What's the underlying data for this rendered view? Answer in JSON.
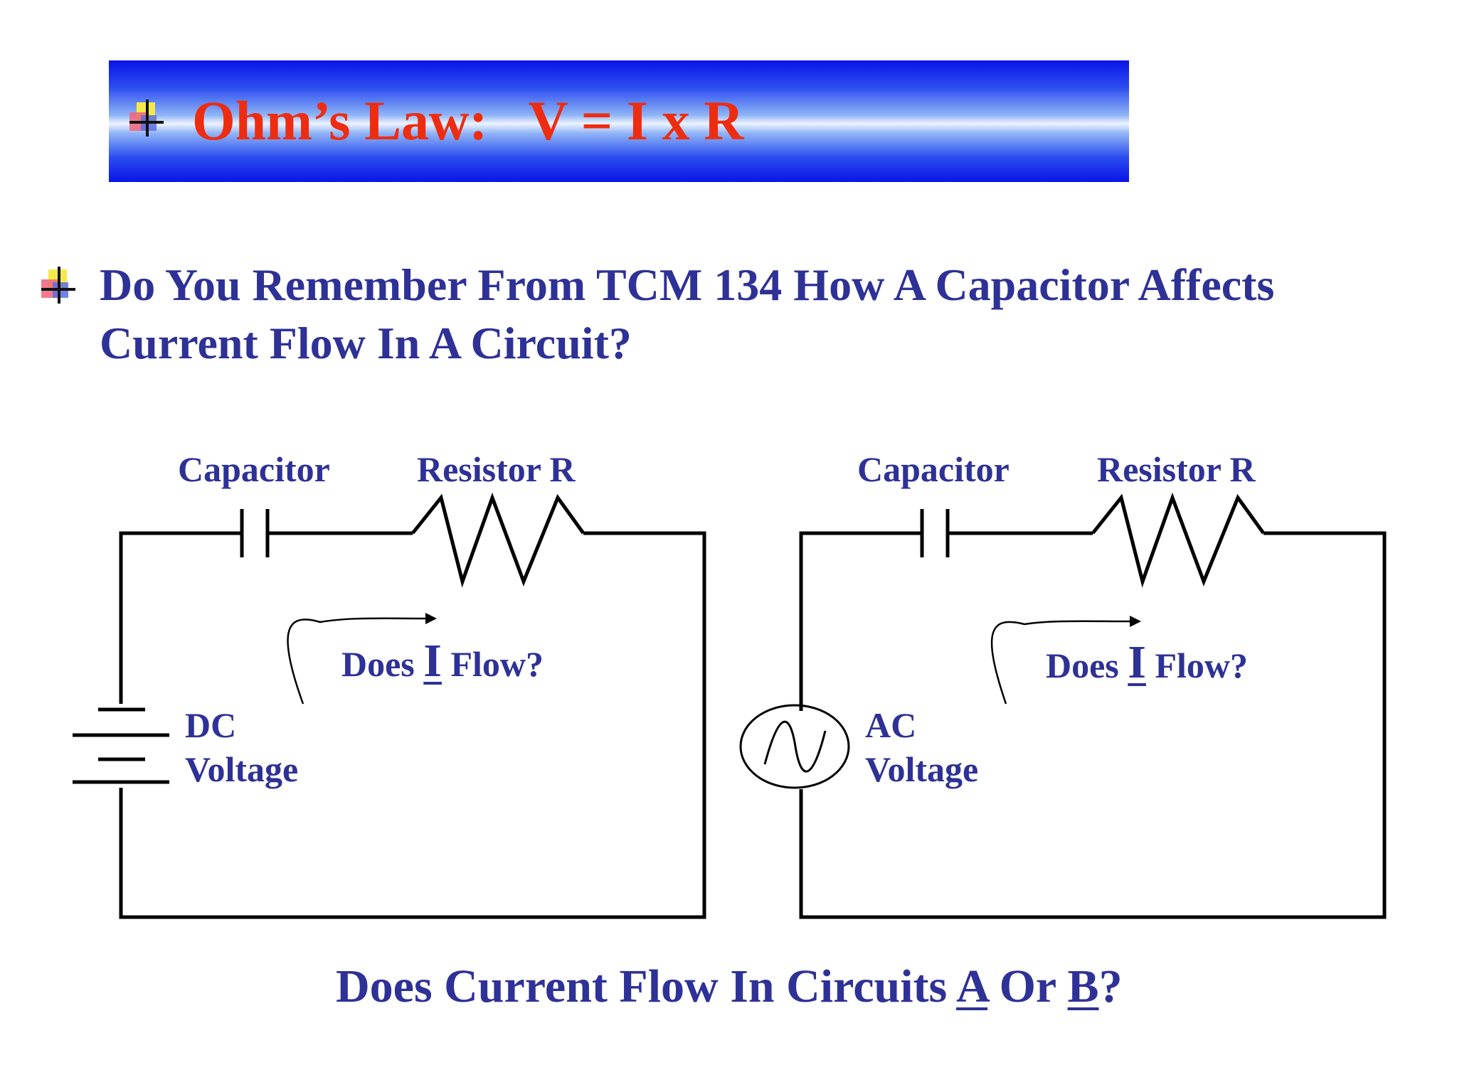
{
  "title": {
    "text": "Ohm’s Law:   V = I x R",
    "bar_color": "#1a2ae8",
    "text_color": "#ee2c10"
  },
  "question": {
    "line1": "Do You Remember From TCM 134 How A Capacitor Affects",
    "line2": "Current Flow In A Circuit?"
  },
  "circuit_a": {
    "capacitor_label": "Capacitor",
    "resistor_label": "Resistor R",
    "flow_prefix": "Does ",
    "flow_i": "I",
    "flow_suffix": " Flow?",
    "source_line1": "DC",
    "source_line2": "Voltage"
  },
  "circuit_b": {
    "capacitor_label": "Capacitor",
    "resistor_label": "Resistor R",
    "flow_prefix": "Does ",
    "flow_i": "I",
    "flow_suffix": " Flow?",
    "source_line1": "AC",
    "source_line2": "Voltage"
  },
  "bottom": {
    "prefix": "Does Current Flow In Circuits ",
    "a": "A",
    "middle": " Or ",
    "b": "B",
    "suffix": "?"
  },
  "colors": {
    "text_blue": "#2e3196",
    "wire": "#000000"
  },
  "icons": [
    "bullet-icon",
    "capacitor-symbol",
    "resistor-symbol",
    "dc-battery-symbol",
    "ac-source-symbol",
    "current-arrow"
  ]
}
